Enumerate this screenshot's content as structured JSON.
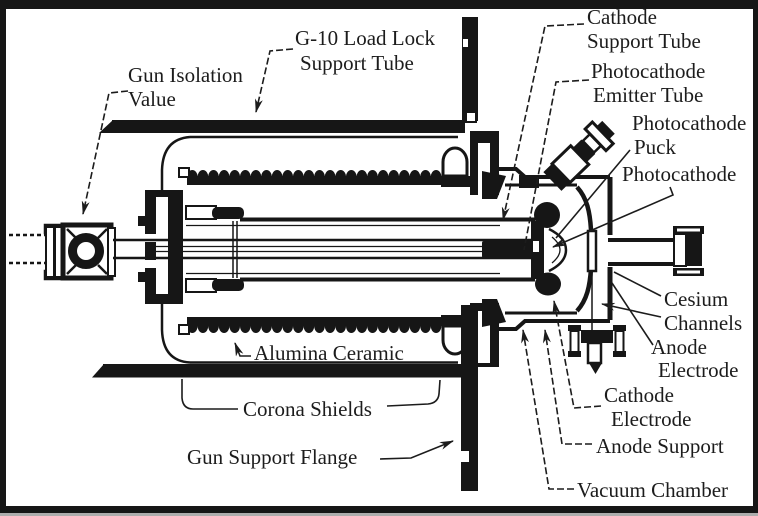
{
  "figure": {
    "colors": {
      "ink": "#161616",
      "background": "#ffffff",
      "scan_edge_gray": "#adadad"
    },
    "labels": {
      "gun_isolation_valve": {
        "lines": [
          "Gun Isolation",
          "Value"
        ]
      },
      "g10_load_lock": {
        "lines": [
          "G-10 Load Lock",
          "Support Tube"
        ]
      },
      "cathode_support_tube": {
        "lines": [
          "Cathode",
          "Support Tube"
        ]
      },
      "photocathode_emitter_tube": {
        "lines": [
          "Photocathode",
          "Emitter Tube"
        ]
      },
      "photocathode_puck": {
        "lines": [
          "Photocathode",
          "Puck"
        ]
      },
      "photocathode": {
        "lines": [
          "Photocathode"
        ]
      },
      "cesium_channels": {
        "lines": [
          "Cesium",
          "Channels"
        ]
      },
      "anode_electrode": {
        "lines": [
          "Anode",
          "Electrode"
        ]
      },
      "cathode_electrode": {
        "lines": [
          "Cathode",
          "Electrode"
        ]
      },
      "anode_support": {
        "lines": [
          "Anode Support"
        ]
      },
      "vacuum_chamber": {
        "lines": [
          "Vacuum Chamber"
        ]
      },
      "alumina_ceramic": {
        "lines": [
          "Alumina Ceramic"
        ]
      },
      "corona_shields": {
        "lines": [
          "Corona Shields"
        ]
      },
      "gun_support_flange": {
        "lines": [
          "Gun Support Flange"
        ]
      }
    }
  }
}
